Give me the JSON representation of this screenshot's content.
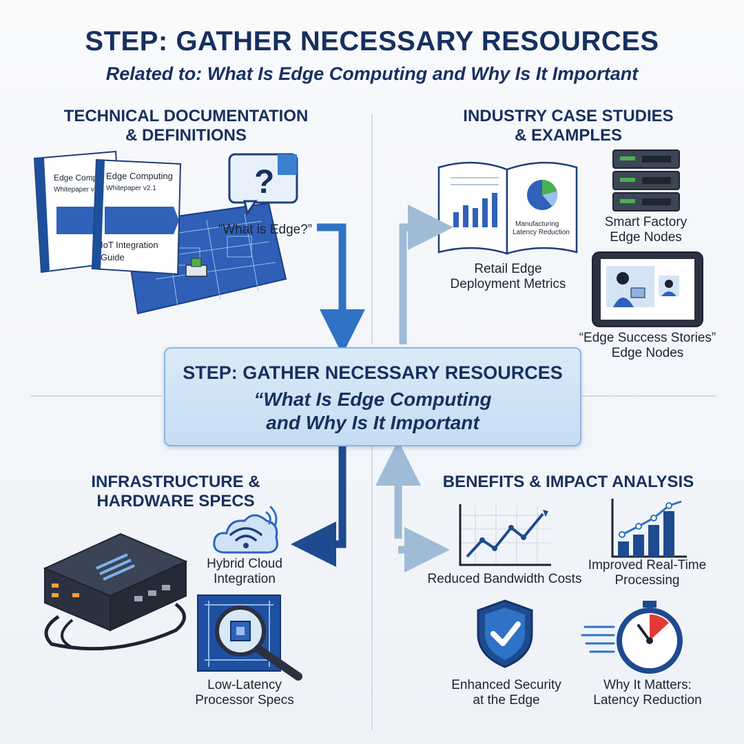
{
  "title": "STEP: GATHER NECESSARY RESOURCES",
  "subtitle": "Related to: What Is Edge Computing and Why Is It Important",
  "center": {
    "title": "STEP: GATHER NECESSARY RESOURCES",
    "line1": "“What Is Edge Computing",
    "line2": "and Why Is It Important"
  },
  "sections": {
    "tech_docs": {
      "heading_line1": "TECHNICAL DOCUMENTATION",
      "heading_line2": "& DEFINITIONS",
      "doc1_title": "Edge Computing",
      "doc1_subtitle": "Whitepaper v2.1",
      "doc2_title": "Edge Computing",
      "doc2_subtitle": "Whitepaper v2.1",
      "guide_line1": "IoT Integration",
      "guide_line2": "Guide",
      "question_label": "“What is Edge?”"
    },
    "case_studies": {
      "heading_line1": "INDUSTRY CASE STUDIES",
      "heading_line2": "& EXAMPLES",
      "book_caption_line1": "Manufacturing",
      "book_caption_line2": "Latency Reduction",
      "book_label_line1": "Retail Edge",
      "book_label_line2": "Deployment Metrics",
      "server_label_line1": "Smart Factory",
      "server_label_line2": "Edge Nodes",
      "tablet_label_line1": "“Edge Success Stories”",
      "tablet_label_line2": "Edge Nodes"
    },
    "infrastructure": {
      "heading_line1": "INFRASTRUCTURE &",
      "heading_line2": "HARDWARE SPECS",
      "cloud_label_line1": "Hybrid Cloud",
      "cloud_label_line2": "Integration",
      "chip_label_line1": "Low-Latency",
      "chip_label_line2": "Processor Specs"
    },
    "benefits": {
      "heading": "BENEFITS & IMPACT ANALYSIS",
      "chart1_label": "Reduced Bandwidth Costs",
      "chart2_label_line1": "Improved Real-Time",
      "chart2_label_line2": "Processing",
      "shield_label_line1": "Enhanced Security",
      "shield_label_line2": "at the Edge",
      "timer_label_line1": "Why It Matters:",
      "timer_label_line2": "Latency Reduction"
    }
  },
  "colors": {
    "navy": "#17305f",
    "arrow_blue": "#2f72c6",
    "arrow_light": "#9fbbd6",
    "center_fill": "#c5ddf3"
  }
}
